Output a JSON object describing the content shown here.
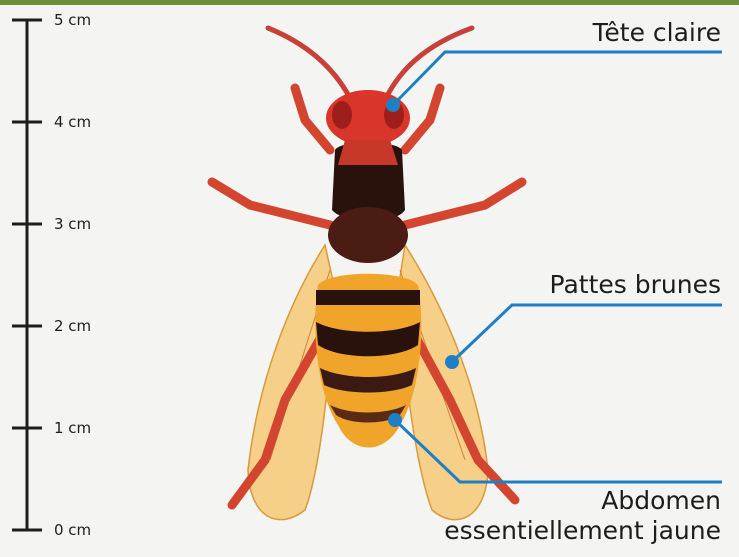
{
  "scale": {
    "ticks": [
      "5 cm",
      "4 cm",
      "3 cm",
      "2 cm",
      "1 cm",
      "0 cm"
    ]
  },
  "callouts": {
    "head": "Tête claire",
    "legs": "Pattes brunes",
    "abdomen_line1": "Abdomen",
    "abdomen_line2": "essentiellement jaune"
  },
  "colors": {
    "leader_line": "#1f7fc4",
    "scale_line": "#1d1d1b",
    "head": "#d9352a",
    "thorax": "#3a1a12",
    "abdomen_yellow": "#f0a52a",
    "wing": "#f6c46a"
  }
}
